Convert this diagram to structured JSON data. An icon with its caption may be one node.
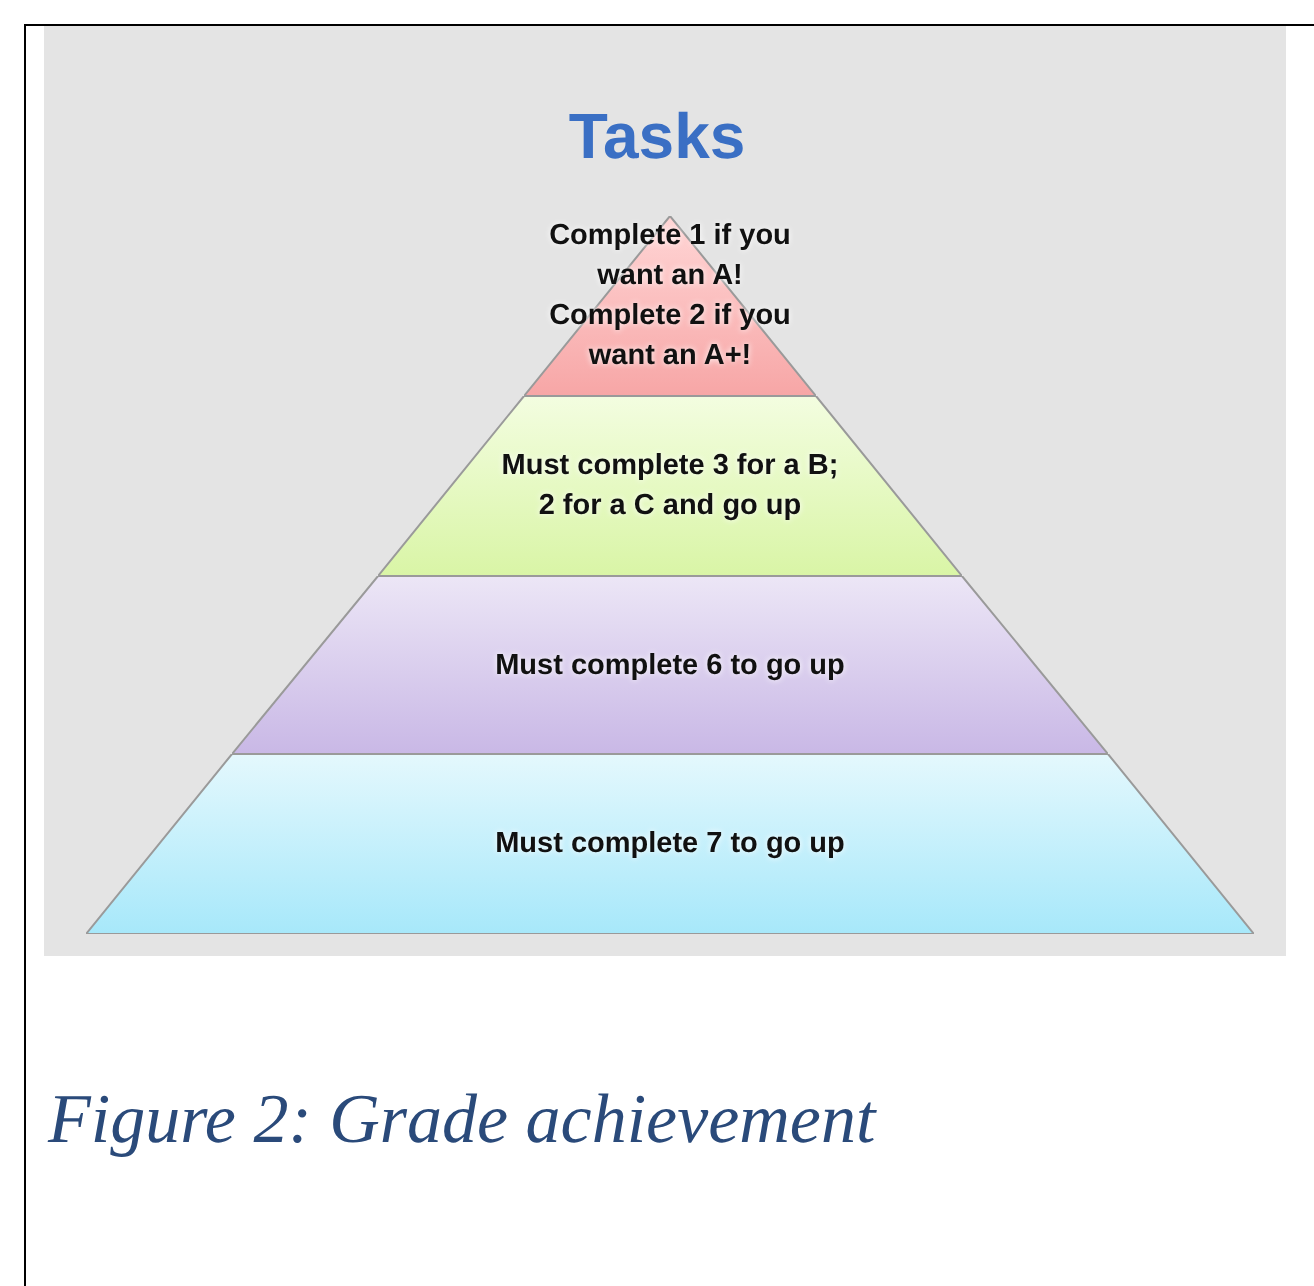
{
  "diagram": {
    "title": "Tasks",
    "caption": "Figure 2: Grade achievement",
    "nodes": [
      {
        "text": [
          "Complete 1 if you want an A!",
          "Complete 2 if you want an A+!"
        ]
      },
      {
        "text": [
          "Must complete 3 for a B; 2 for a C and go up"
        ]
      },
      {
        "text": [
          "Must complete 6 to go up"
        ]
      },
      {
        "text": [
          "Must complete 7 to go up"
        ]
      }
    ],
    "edges": []
  }
}
